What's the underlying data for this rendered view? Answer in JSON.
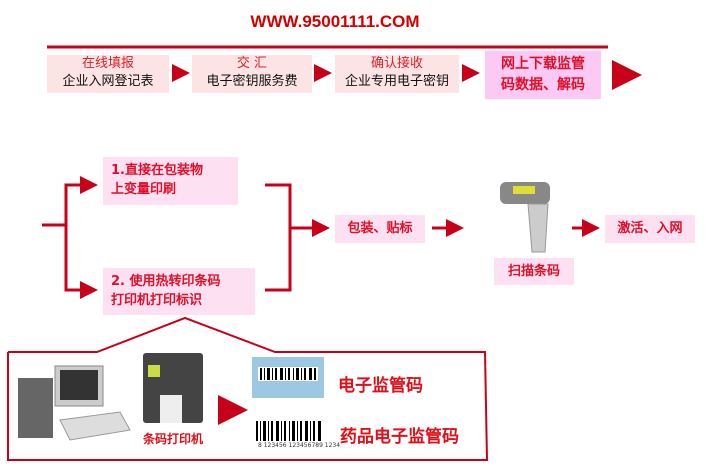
{
  "title": "WWW.95001111.COM",
  "steps": [
    {
      "top": "在线填报",
      "bottom": "企业入网登记表"
    },
    {
      "top": "交 汇",
      "bottom": "电子密钥服务费"
    },
    {
      "top": "确认接收",
      "bottom": "企业专用电子密钥"
    },
    {
      "line1": "网上下载监管",
      "line2": "码数据、解码"
    }
  ],
  "options": [
    {
      "line1": "1.直接在包装物",
      "line2": "上变量印刷"
    },
    {
      "line1": "2. 使用热转印条码",
      "line2": "打印机打印标识"
    }
  ],
  "pack": "包装、贴标",
  "scan": "扫描条码",
  "activate": "激活、入网",
  "printer_label": "条码打印机",
  "code1": "电子监管码",
  "code2": "药品电子监管码",
  "barcode_digits": "8 123456 123456789 1234",
  "colors": {
    "accent": "#d40000",
    "pink": "#fbc9f3",
    "light": "#fde4e4"
  }
}
